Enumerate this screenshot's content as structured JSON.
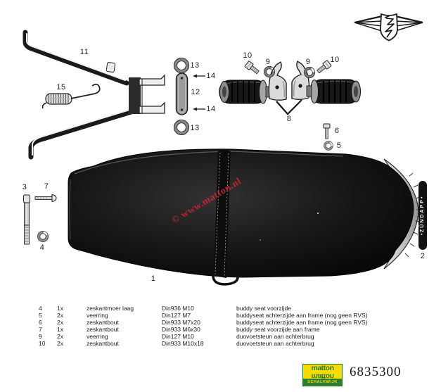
{
  "watermark": {
    "text": "© www.matton.nl",
    "color": "#cc2233"
  },
  "badge": {
    "dot": "•",
    "text": "ZÜNDAPP"
  },
  "callouts": {
    "c1": "1",
    "c2": "2",
    "c3": "3",
    "c4": "4",
    "c5": "5",
    "c6": "6",
    "c7": "7",
    "c8": "8",
    "c9a": "9",
    "c9b": "9",
    "c10a": "10",
    "c10b": "10",
    "c11": "11",
    "c12": "12",
    "c13a": "13",
    "c13b": "13",
    "c14a": "14",
    "c14b": "14",
    "c15": "15"
  },
  "table": {
    "rows": [
      {
        "no": "4",
        "qty": "1x",
        "name": "zeskantmoer laag",
        "din": "Din936 M10",
        "desc": "buddy seat voorzijde"
      },
      {
        "no": "5",
        "qty": "2x",
        "name": "veerring",
        "din": "Din127 M7",
        "desc": "buddyseat achterzijde aan frame (nog geen RVS)"
      },
      {
        "no": "6",
        "qty": "2x",
        "name": "zeskantbout",
        "din": "Din933 M7x20",
        "desc": "buddyseat achterzijde aan frame (nog geen RVS)"
      },
      {
        "no": "7",
        "qty": "1x",
        "name": "zeskantbout",
        "din": "Din933 M6x30",
        "desc": "buddy seat voorzijde aan frame"
      },
      {
        "no": "9",
        "qty": "2x",
        "name": "veerring",
        "din": "Din127 M10",
        "desc": "duovoetsteun aan achterbrug"
      },
      {
        "no": "10",
        "qty": "2x",
        "name": "zeskantbout",
        "din": "Din933 M10x18",
        "desc": "duovoetsteun aan achterbrug"
      }
    ]
  },
  "footer": {
    "logo_word": "matton",
    "logo_city": "SCHALKWIJK",
    "catalog_number": "6835300"
  },
  "colors": {
    "logo_yellow": "#f6dc00",
    "logo_green": "#2e7d2e",
    "watermark_red": "#cc2233"
  }
}
